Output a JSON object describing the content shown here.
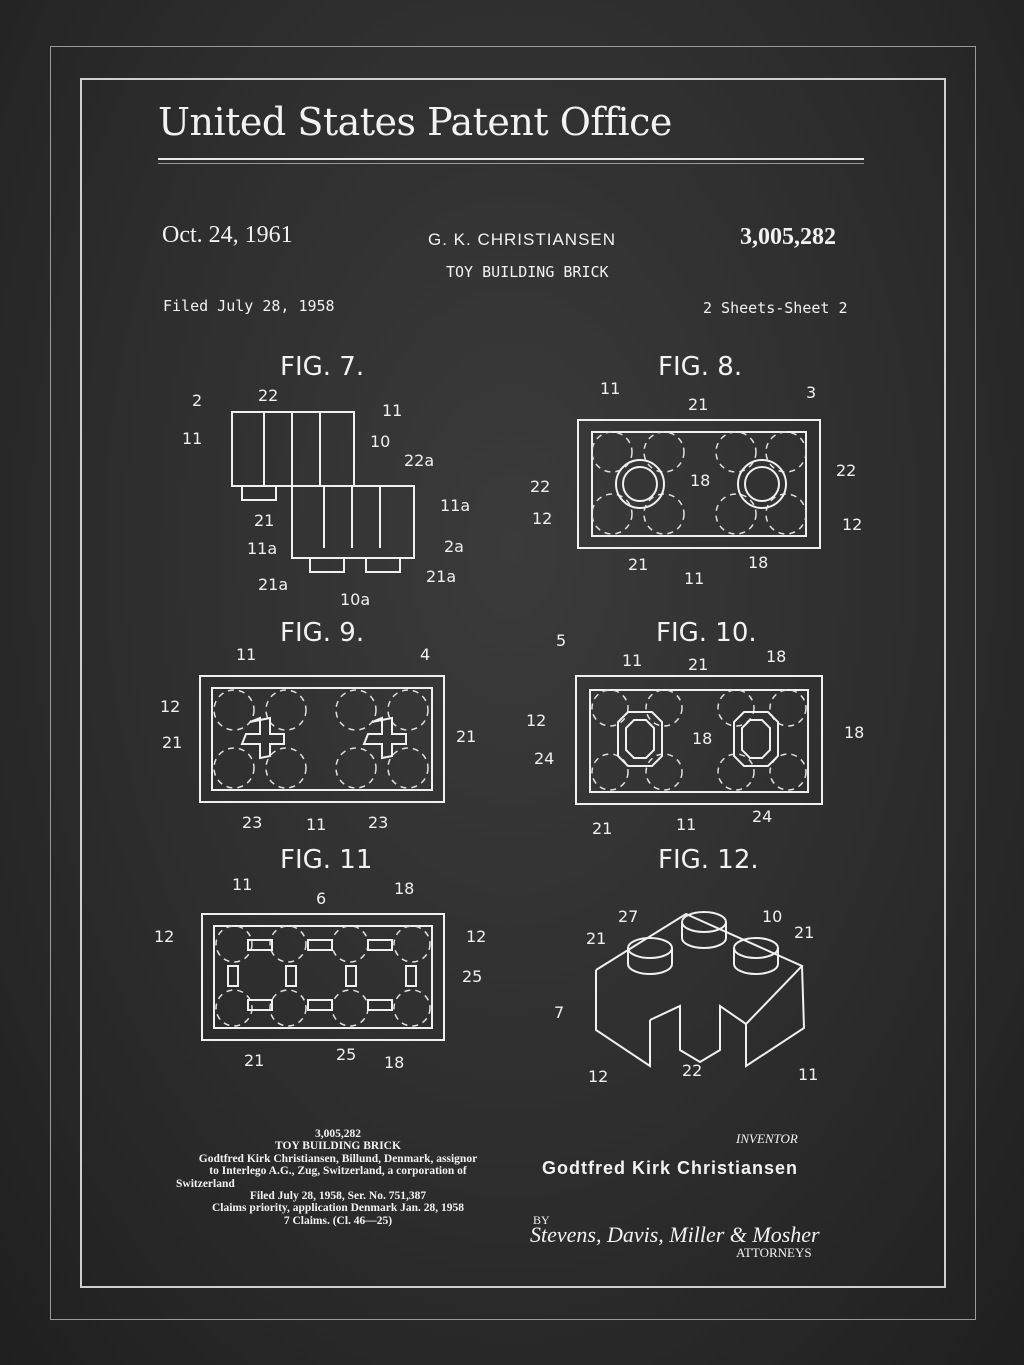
{
  "header": {
    "office": "United States Patent Office",
    "date": "Oct. 24, 1961",
    "inventor": "G. K. CHRISTIANSEN",
    "patent_number": "3,005,282",
    "title": "TOY BUILDING BRICK",
    "filed": "Filed July 28, 1958",
    "sheets": "2 Sheets-Sheet 2"
  },
  "figures": {
    "fig7": "FIG. 7.",
    "fig8": "FIG. 8.",
    "fig9": "FIG. 9.",
    "fig10": "FIG. 10.",
    "fig11": "FIG. 11",
    "fig12": "FIG. 12."
  },
  "labels": {
    "fig7": [
      "2",
      "22",
      "11",
      "11",
      "10",
      "22a",
      "11a",
      "21",
      "11a",
      "2a",
      "21a",
      "21a",
      "10a"
    ],
    "fig8": [
      "11",
      "21",
      "3",
      "22",
      "22",
      "18",
      "12",
      "12",
      "21",
      "11",
      "18"
    ],
    "fig9": [
      "11",
      "4",
      "12",
      "21",
      "21",
      "23",
      "11",
      "23"
    ],
    "fig10": [
      "5",
      "11",
      "21",
      "18",
      "12",
      "18",
      "18",
      "24",
      "21",
      "11",
      "24"
    ],
    "fig11": [
      "11",
      "6",
      "18",
      "12",
      "12",
      "25",
      "21",
      "25",
      "18"
    ],
    "fig12": [
      "27",
      "10",
      "21",
      "21",
      "7",
      "12",
      "22",
      "11"
    ]
  },
  "caption": {
    "number": "3,005,282",
    "title": "TOY BUILDING BRICK",
    "line1": "Godtfred Kirk Christiansen, Billund, Denmark, assignor",
    "line2": "to Interlego A.G., Zug, Switzerland, a corporation of",
    "line3": "Switzerland",
    "line4": "Filed July 28, 1958, Ser. No. 751,387",
    "line5": "Claims priority, application Denmark Jan. 28, 1958",
    "line6": "7 Claims.   (Cl. 46—25)"
  },
  "signature_block": {
    "inventor_label": "INVENTOR",
    "inventor_name": "Godtfred Kirk Christiansen",
    "by": "BY",
    "signature": "Stevens, Davis, Miller & Mosher",
    "attorneys": "ATTORNEYS"
  }
}
